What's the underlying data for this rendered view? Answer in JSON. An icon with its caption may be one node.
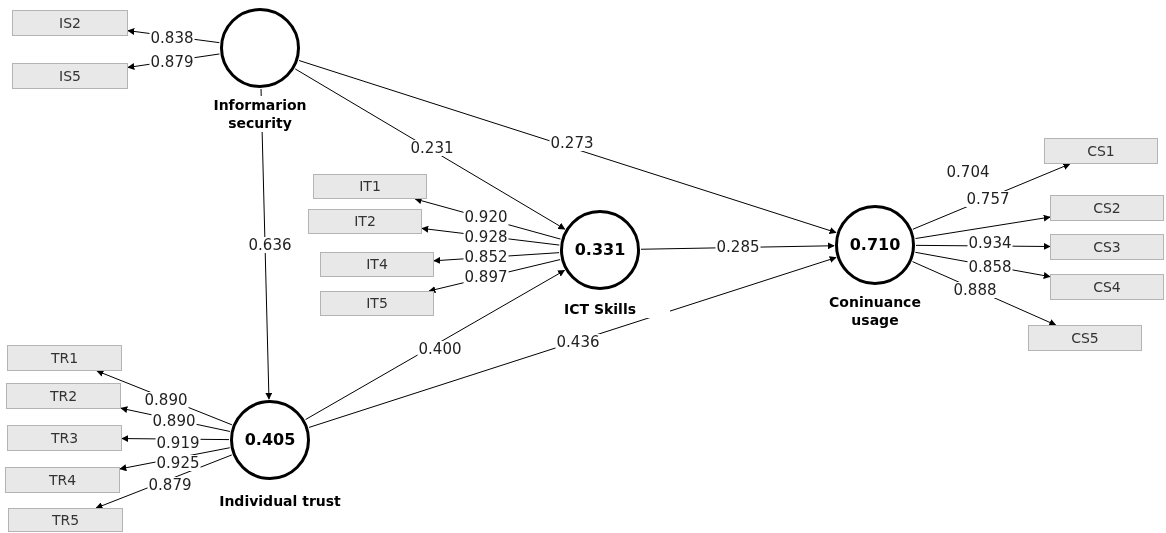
{
  "diagram": {
    "nodes": [
      {
        "text": [
          "IS2"
        ]
      },
      {
        "text": [
          "IS5"
        ]
      },
      {
        "text": [
          "Informarion security"
        ]
      },
      {
        "text": [
          "IT1"
        ]
      },
      {
        "text": [
          "IT2"
        ]
      },
      {
        "text": [
          "IT4"
        ]
      },
      {
        "text": [
          "IT5"
        ]
      },
      {
        "text": [
          "0.331",
          "ICT Skills"
        ]
      },
      {
        "text": [
          "CS1"
        ]
      },
      {
        "text": [
          "CS2"
        ]
      },
      {
        "text": [
          "CS3"
        ]
      },
      {
        "text": [
          "CS4"
        ]
      },
      {
        "text": [
          "CS5"
        ]
      },
      {
        "text": [
          "0.710",
          "Coninuance usage"
        ]
      },
      {
        "text": [
          "TR1"
        ]
      },
      {
        "text": [
          "TR2"
        ]
      },
      {
        "text": [
          "TR3"
        ]
      },
      {
        "text": [
          "TR4"
        ]
      },
      {
        "text": [
          "TR5"
        ]
      },
      {
        "text": [
          "0.405",
          "Individual trust"
        ]
      }
    ],
    "edges": [
      {
        "from": 2,
        "to": 0,
        "arrow": "to",
        "label": "0.838"
      },
      {
        "from": 2,
        "to": 1,
        "arrow": "to",
        "label": "0.879"
      },
      {
        "from": 2,
        "to": 7,
        "arrow": "to",
        "label": "0.231"
      },
      {
        "from": 2,
        "to": 13,
        "arrow": "to",
        "label": "0.273"
      },
      {
        "from": 2,
        "to": 19,
        "arrow": "to",
        "label": "0.636"
      },
      {
        "from": 7,
        "to": 3,
        "arrow": "to",
        "label": "0.920"
      },
      {
        "from": 7,
        "to": 4,
        "arrow": "to",
        "label": "0.928"
      },
      {
        "from": 7,
        "to": 5,
        "arrow": "to",
        "label": "0.852"
      },
      {
        "from": 7,
        "to": 6,
        "arrow": "to",
        "label": "0.897"
      },
      {
        "from": 7,
        "to": 13,
        "arrow": "to",
        "label": "0.285"
      },
      {
        "from": 13,
        "to": 8,
        "arrow": "to",
        "label": "0.704"
      },
      {
        "from": 13,
        "to": 9,
        "arrow": "to",
        "label": "0.757"
      },
      {
        "from": 13,
        "to": 10,
        "arrow": "to",
        "label": "0.934"
      },
      {
        "from": 13,
        "to": 11,
        "arrow": "to",
        "label": "0.858"
      },
      {
        "from": 13,
        "to": 12,
        "arrow": "to",
        "label": "0.888"
      },
      {
        "from": 19,
        "to": 14,
        "arrow": "to",
        "label": "0.890"
      },
      {
        "from": 19,
        "to": 15,
        "arrow": "to",
        "label": "0.890"
      },
      {
        "from": 19,
        "to": 16,
        "arrow": "to",
        "label": "0.919"
      },
      {
        "from": 19,
        "to": 17,
        "arrow": "to",
        "label": "0.925"
      },
      {
        "from": 19,
        "to": 18,
        "arrow": "to",
        "label": "0.879"
      },
      {
        "from": 19,
        "to": 7,
        "arrow": "to",
        "label": "0.400"
      },
      {
        "from": 19,
        "to": 13,
        "arrow": "to",
        "label": "0.436"
      }
    ]
  }
}
